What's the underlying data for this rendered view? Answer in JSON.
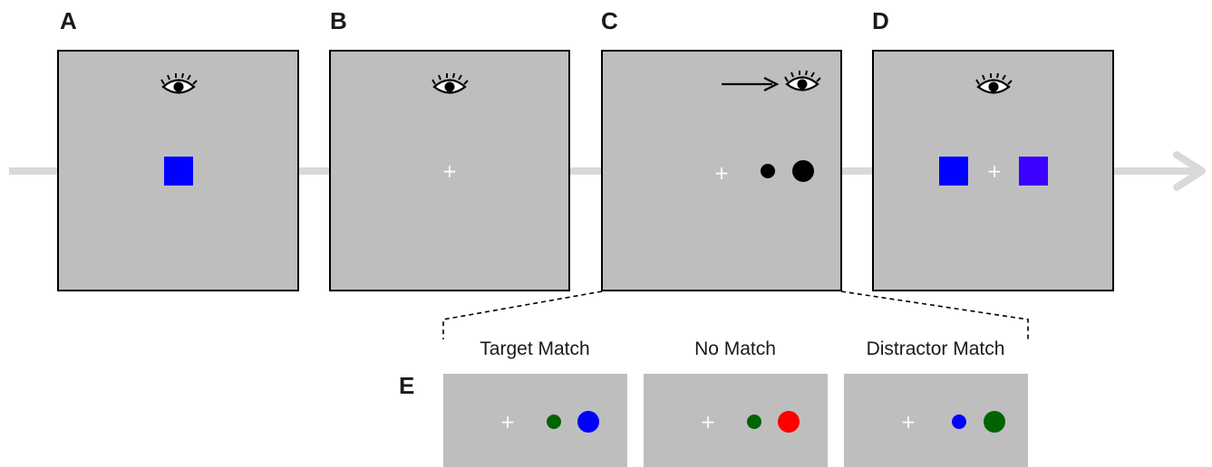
{
  "panel_labels": {
    "a": "A",
    "b": "B",
    "c": "C",
    "d": "D",
    "e": "E"
  },
  "fixation_symbol": "+",
  "conditions": {
    "target_match": "Target Match",
    "no_match": "No Match",
    "distractor_match": "Distractor Match"
  },
  "icons": {
    "eye": "eye-icon",
    "arrow": "arrow-right-icon",
    "timeline": "timeline-arrow-icon"
  },
  "colors": {
    "screen_gray": "#bebebe",
    "timeline_gray": "#d9d9d9",
    "cue_blue": "#0000ff",
    "test_blue_violet": "#3a00ff",
    "green": "#006400",
    "red": "#ff0000",
    "black": "#000000"
  }
}
